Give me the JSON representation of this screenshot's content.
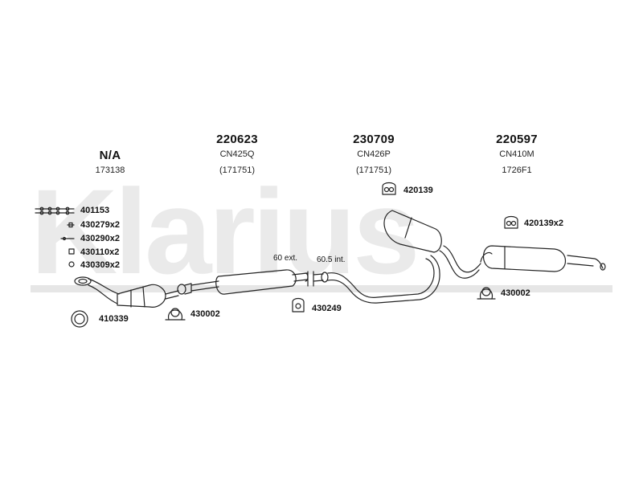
{
  "watermark": "Klarius",
  "columns": [
    {
      "code": "N/A",
      "ref": "173138",
      "alt": ""
    },
    {
      "code": "220623",
      "ref": "CN425Q",
      "alt": "(171751)"
    },
    {
      "code": "230709",
      "ref": "CN426P",
      "alt": "(171751)"
    },
    {
      "code": "220597",
      "ref": "CN410M",
      "alt": "1726F1"
    }
  ],
  "fittings": [
    "401153",
    "430279x2",
    "430290x2",
    "430110x2",
    "430309x2"
  ],
  "parts": {
    "gasket_1": "410339",
    "clamp_1": "430002",
    "mount_1": "430249",
    "mount_2": "420139",
    "mount_3": "420139x2",
    "clamp_2": "430002"
  },
  "pipe_notes": {
    "ext": "60 ext.",
    "int": "60.5 int."
  },
  "colors": {
    "line": "#222222",
    "watermark": "#e8e8e8"
  }
}
